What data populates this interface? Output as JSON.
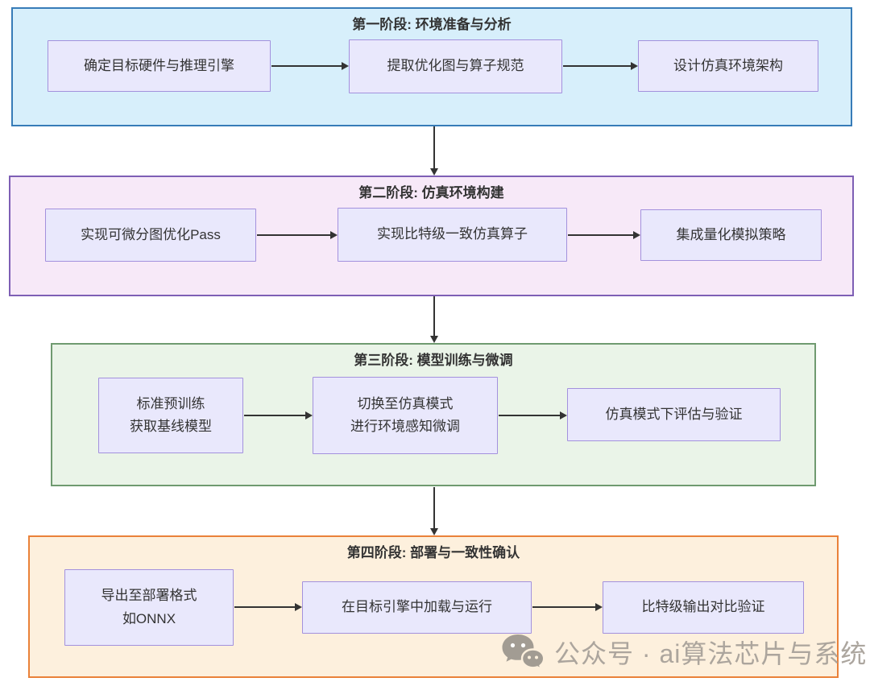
{
  "diagram_title": "",
  "phases": [
    {
      "title": "第一阶段: 环境准备与分析",
      "colors": {
        "background": "#d7effb",
        "border": "#377cb8"
      },
      "nodes": [
        {
          "label": "确定目标硬件与推理引擎"
        },
        {
          "label": "提取优化图与算子规范"
        },
        {
          "label": "设计仿真环境架构"
        }
      ]
    },
    {
      "title": "第二阶段: 仿真环境构建",
      "colors": {
        "background": "#f7e9f8",
        "border": "#7e5fb5"
      },
      "nodes": [
        {
          "label": "实现可微分图优化Pass"
        },
        {
          "label": "实现比特级一致仿真算子"
        },
        {
          "label": "集成量化模拟策略"
        }
      ]
    },
    {
      "title": "第三阶段: 模型训练与微调",
      "colors": {
        "background": "#eaf4e8",
        "border": "#6f9a70"
      },
      "nodes": [
        {
          "label": "标准预训练\n获取基线模型"
        },
        {
          "label": "切换至仿真模式\n进行环境感知微调"
        },
        {
          "label": "仿真模式下评估与验证"
        }
      ]
    },
    {
      "title": "第四阶段: 部署与一致性确认",
      "colors": {
        "background": "#fdf0dd",
        "border": "#ea8139"
      },
      "nodes": [
        {
          "label": "导出至部署格式\n如ONNX"
        },
        {
          "label": "在目标引擎中加载与运行"
        },
        {
          "label": "比特级输出对比验证"
        }
      ]
    }
  ],
  "node_style": {
    "background": "#e9e8fc",
    "border": "#a391dd",
    "text_color": "#333333"
  },
  "arrow_color": "#333333",
  "flow": "phase1 -> phase2 -> phase3 -> phase4, three sequential steps inside each phase",
  "watermark": {
    "icon": "wechat-icon",
    "text": "公众号 · ai算法芯片与系统",
    "color": "#a8a29a"
  }
}
